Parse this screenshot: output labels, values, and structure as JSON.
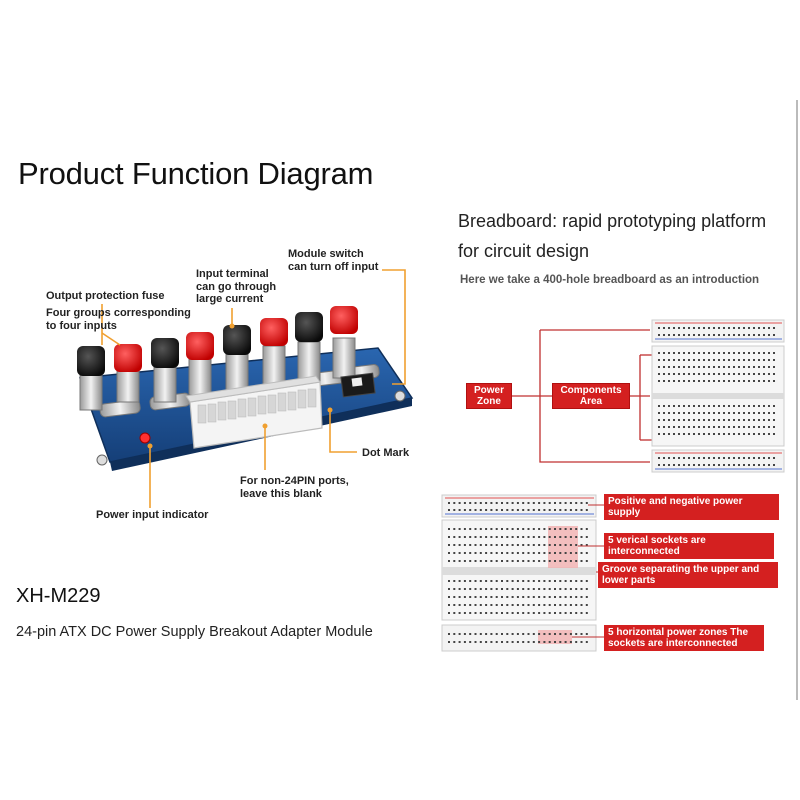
{
  "title": "Product Function Diagram",
  "breadboard": {
    "title_line1": "Breadboard: rapid prototyping platform",
    "title_line2": "for circuit design",
    "subtitle": "Here we take a 400-hole breadboard as an introduction",
    "power_zone": "Power Zone",
    "components_area": "Components Area",
    "labels": [
      "Positive and negative power supply",
      "5 verical sockets are interconnected",
      "Groove separating the upper and lower parts",
      "5 horizontal power zones The sockets are interconnected"
    ]
  },
  "callouts": {
    "module_switch": [
      "Module switch",
      "can turn off input"
    ],
    "input_terminal": [
      "Input terminal",
      "can go through",
      "large current"
    ],
    "output_fuse": [
      "Output protection fuse"
    ],
    "four_groups": [
      "Four groups corresponding",
      "to four inputs"
    ],
    "dot_mark": [
      "Dot Mark"
    ],
    "non_24pin": [
      "For non-24PIN ports,",
      "leave this blank"
    ],
    "power_indicator": [
      "Power input indicator"
    ]
  },
  "model": "XH-M229",
  "description": "24-pin ATX DC Power Supply Breakout Adapter Module",
  "colors": {
    "accent_orange": "#f0a030",
    "label_red": "#d42020",
    "board_blue": "#1c4d8c",
    "terminal_red": "#e01a1a",
    "terminal_black": "#1a1a1a"
  }
}
